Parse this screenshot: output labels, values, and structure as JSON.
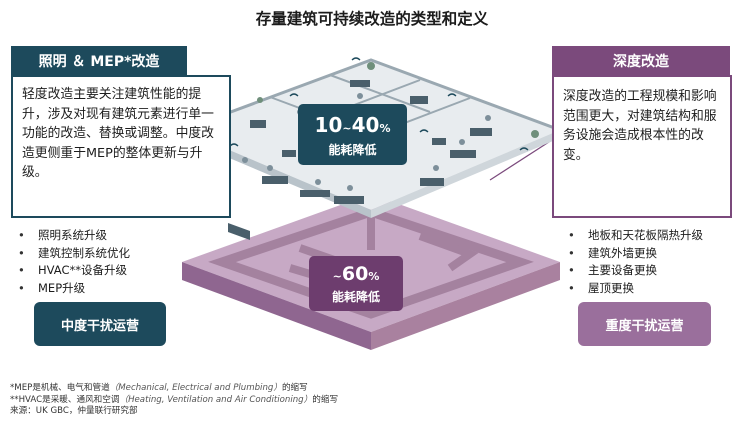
{
  "title": "存量建筑可持续改造的类型和定义",
  "left": {
    "heading": "照明 ＆ MEP*改造",
    "description": "轻度改造主要关注建筑性能的提升，涉及对现有建筑元素进行单一功能的改造、替换或调整。中度改造更侧重于MEP的整体更新与升级。",
    "bullets": [
      "照明系统升级",
      "建筑控制系统优化",
      "HVAC**设备升级",
      "MEP升级"
    ],
    "disruption": "中度干扰运营"
  },
  "right": {
    "heading": "深度改造",
    "description": "深度改造的工程规模和影响范围更大，对建筑结构和服务设施会造成根本性的改变。",
    "bullets": [
      "地板和天花板隔热升级",
      "建筑外墙更换",
      "主要设备更换",
      "屋顶更换"
    ],
    "disruption": "重度干扰运营"
  },
  "center": {
    "top_value_low": "10",
    "top_value_sep": "~",
    "top_value_high": "40",
    "top_unit": "%",
    "top_label": "能耗降低",
    "bottom_prefix": "~",
    "bottom_value": "60",
    "bottom_unit": "%",
    "bottom_label": "能耗降低"
  },
  "notes": {
    "line1_main": "*MEP是机械、电气和管道",
    "line1_en": "（Mechanical, Electrical and Plumbing）",
    "line1_end": "的缩写",
    "line2_main": "**HVAC是采暖、通风和空调",
    "line2_en": "（Heating, Ventilation and Air Conditioning）",
    "line2_end": "的缩写",
    "line3": "来源：UK GBC，仲量联行研究部"
  },
  "colors": {
    "teal": "#1d4a5c",
    "purple": "#7b4a7c",
    "purple_light": "#9a6f9c",
    "floor_light": "#c7a9c5",
    "floor_dark": "#8f6690"
  }
}
